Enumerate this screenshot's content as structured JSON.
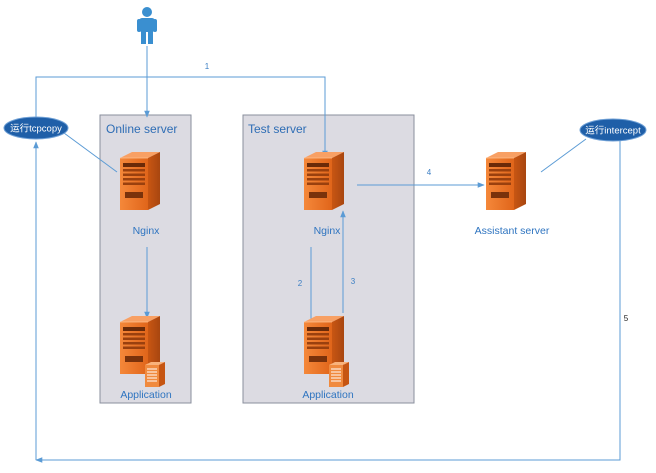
{
  "boxes": {
    "online": {
      "title": "Online server"
    },
    "test": {
      "title": "Test server"
    }
  },
  "nodes": {
    "online_nginx": "Nginx",
    "online_app": "Application",
    "test_nginx": "Nginx",
    "test_app": "Application",
    "assistant": "Assistant server"
  },
  "ellipses": {
    "tcpcopy": "运行tcpcopy",
    "intercept": "运行intercept"
  },
  "steps": {
    "s1": "1",
    "s2": "2",
    "s3": "3",
    "s4": "4",
    "s5": "5"
  },
  "icons": {
    "user": "person-icon",
    "server": "server-icon",
    "app": "application-server-icon"
  },
  "colors": {
    "server_orange": "#f07a2c",
    "line_blue": "#5b9bd5",
    "box_fill": "#dcdbe2",
    "ellipse_fill": "#1f5fa8"
  }
}
